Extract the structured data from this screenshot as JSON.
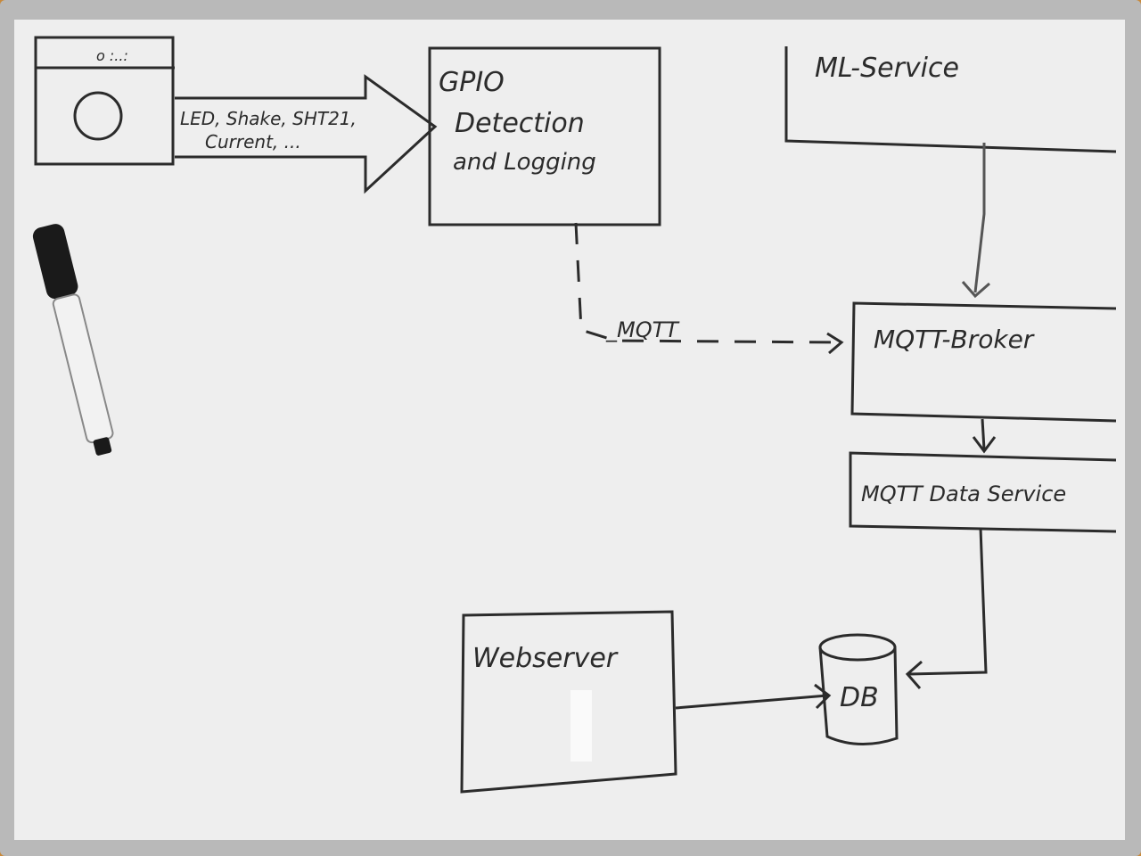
{
  "colors": {
    "board": "#e9e9e9",
    "frame": "#b9b9b9",
    "ink": "#2b2b2b",
    "wall": "#c8893a",
    "marker_cap": "#1a1a1a",
    "marker_body": "#f2f2f2"
  },
  "nodes": {
    "gpio": {
      "line1": "GPIO",
      "line2": "Detection",
      "line3": "and Logging"
    },
    "ml_service": {
      "label": "ML-Service"
    },
    "mqtt_broker": {
      "label": "MQTT-Broker"
    },
    "mqtt_data_service": {
      "label": "MQTT Data Service"
    },
    "webserver": {
      "label": "Webserver"
    },
    "db": {
      "label": "DB"
    },
    "device": {
      "controls": "o :..:"
    }
  },
  "edges": {
    "sensor_arrow": {
      "line1": "LED, Shake, SHT21,",
      "line2": "Current, ..."
    },
    "mqtt_link": {
      "label": "_MQTT"
    }
  }
}
